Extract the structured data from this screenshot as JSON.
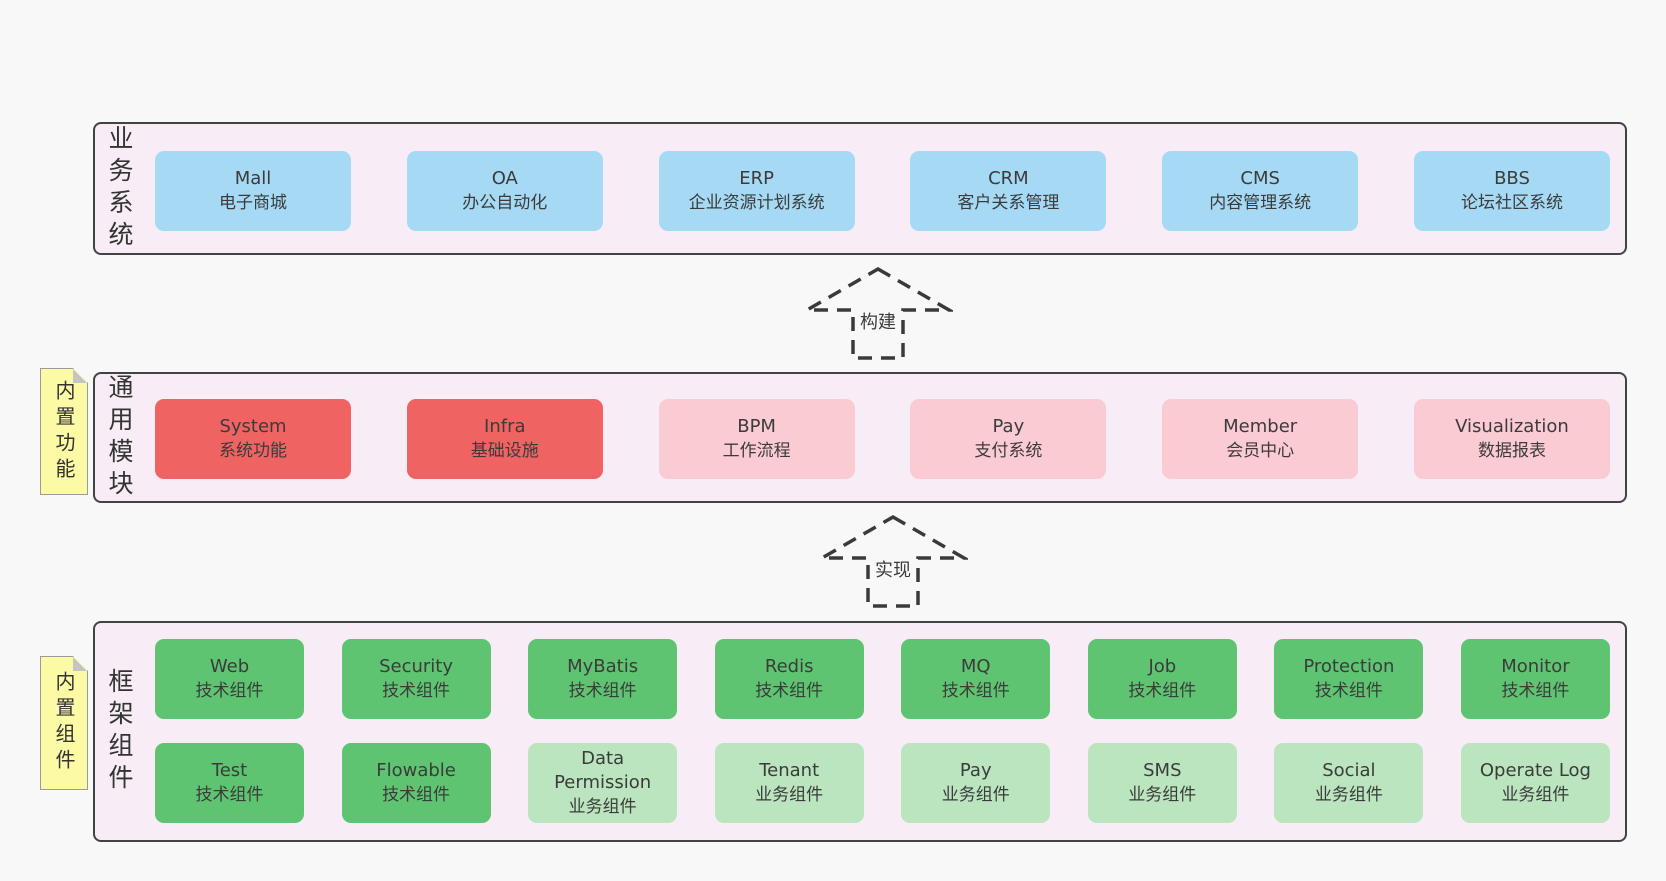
{
  "layers": [
    {
      "label": "业务系统",
      "rows": [
        [
          {
            "title": "Mall",
            "subtitle": "电子商城",
            "variant": "blue"
          },
          {
            "title": "OA",
            "subtitle": "办公自动化",
            "variant": "blue"
          },
          {
            "title": "ERP",
            "subtitle": "企业资源计划系统",
            "variant": "blue"
          },
          {
            "title": "CRM",
            "subtitle": "客户关系管理",
            "variant": "blue"
          },
          {
            "title": "CMS",
            "subtitle": "内容管理系统",
            "variant": "blue"
          },
          {
            "title": "BBS",
            "subtitle": "论坛社区系统",
            "variant": "blue"
          }
        ]
      ]
    },
    {
      "label": "通用模块",
      "note": "内置功能",
      "rows": [
        [
          {
            "title": "System",
            "subtitle": "系统功能",
            "variant": "red"
          },
          {
            "title": "Infra",
            "subtitle": "基础设施",
            "variant": "red"
          },
          {
            "title": "BPM",
            "subtitle": "工作流程",
            "variant": "pink"
          },
          {
            "title": "Pay",
            "subtitle": "支付系统",
            "variant": "pink"
          },
          {
            "title": "Member",
            "subtitle": "会员中心",
            "variant": "pink"
          },
          {
            "title": "Visualization",
            "subtitle": "数据报表",
            "variant": "pink"
          }
        ]
      ]
    },
    {
      "label": "框架组件",
      "note": "内置组件",
      "rows": [
        [
          {
            "title": "Web",
            "subtitle": "技术组件",
            "variant": "green"
          },
          {
            "title": "Security",
            "subtitle": "技术组件",
            "variant": "green"
          },
          {
            "title": "MyBatis",
            "subtitle": "技术组件",
            "variant": "green"
          },
          {
            "title": "Redis",
            "subtitle": "技术组件",
            "variant": "green"
          },
          {
            "title": "MQ",
            "subtitle": "技术组件",
            "variant": "green"
          },
          {
            "title": "Job",
            "subtitle": "技术组件",
            "variant": "green"
          },
          {
            "title": "Protection",
            "subtitle": "技术组件",
            "variant": "green"
          },
          {
            "title": "Monitor",
            "subtitle": "技术组件",
            "variant": "green"
          }
        ],
        [
          {
            "title": "Test",
            "subtitle": "技术组件",
            "variant": "green"
          },
          {
            "title": "Flowable",
            "subtitle": "技术组件",
            "variant": "green"
          },
          {
            "title": "Data Permission",
            "subtitle": "业务组件",
            "variant": "green-light"
          },
          {
            "title": "Tenant",
            "subtitle": "业务组件",
            "variant": "green-light"
          },
          {
            "title": "Pay",
            "subtitle": "业务组件",
            "variant": "green-light"
          },
          {
            "title": "SMS",
            "subtitle": "业务组件",
            "variant": "green-light"
          },
          {
            "title": "Social",
            "subtitle": "业务组件",
            "variant": "green-light"
          },
          {
            "title": "Operate Log",
            "subtitle": "业务组件",
            "variant": "green-light"
          }
        ]
      ]
    }
  ],
  "arrows": [
    {
      "label": "构建"
    },
    {
      "label": "实现"
    }
  ],
  "colors": {
    "page-bg": "#f8f8f8",
    "panel-bg": "#f8edf6",
    "panel-border": "#434343",
    "box-blue": "#a6d9f4",
    "box-red": "#ef6363",
    "box-pink": "#fbcbd3",
    "box-green": "#5fc471",
    "box-green-light": "#bae5be",
    "note-yellow": "#fcfaa5",
    "note-fold": "#c4c4c4",
    "text": "#3b3b3b"
  }
}
